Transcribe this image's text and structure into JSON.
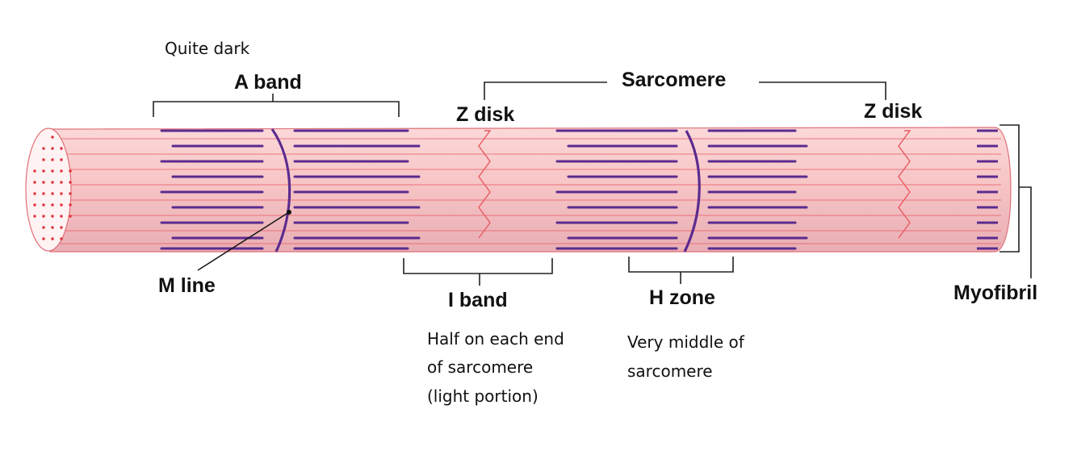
{
  "labels": {
    "quite_dark": "Quite dark",
    "a_band": "A band",
    "sarcomere": "Sarcomere",
    "z_disk_left": "Z disk",
    "z_disk_right": "Z disk",
    "m_line": "M line",
    "i_band": "I band",
    "h_zone": "H zone",
    "myofibril": "Myofibril"
  },
  "notes": {
    "i_band_note": [
      "Half on each end",
      "of sarcomere",
      "(light portion)"
    ],
    "h_zone_note": [
      "Very middle of",
      "sarcomere"
    ]
  },
  "colors": {
    "fiber_fill": "#f8c7c8",
    "fiber_stripe": "#e85a62",
    "thick_filament": "#5b2b8f",
    "m_line": "#5b2b8f",
    "end_cap_dots": "#e0303a"
  }
}
